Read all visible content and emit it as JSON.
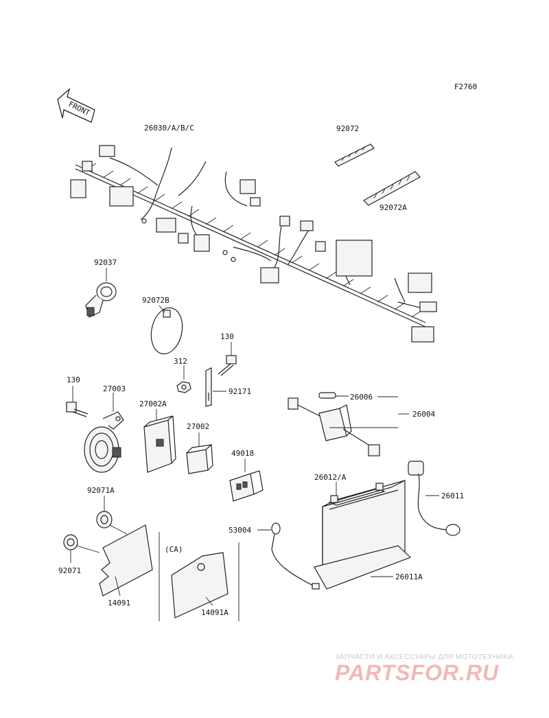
{
  "figure_id": "F2760",
  "front_arrow_text": "FRONT",
  "parts": [
    {
      "id": "wire-harness",
      "label": "26030/A/B/C"
    },
    {
      "id": "band-92072",
      "label": "92072"
    },
    {
      "id": "band-92072a",
      "label": "92072A"
    },
    {
      "id": "clamp-92037",
      "label": "92037"
    },
    {
      "id": "band-92072b",
      "label": "92072B"
    },
    {
      "id": "bolt-130-upper",
      "label": "130"
    },
    {
      "id": "nut-312",
      "label": "312"
    },
    {
      "id": "bracket-92171",
      "label": "92171"
    },
    {
      "id": "bolt-130-lower",
      "label": "130"
    },
    {
      "id": "horn-27003",
      "label": "27003"
    },
    {
      "id": "relay-27002a",
      "label": "27002A"
    },
    {
      "id": "relay-27002",
      "label": "27002"
    },
    {
      "id": "connector-49018",
      "label": "49018"
    },
    {
      "id": "fuse-26006",
      "label": "26006"
    },
    {
      "id": "fuse-holder-26004",
      "label": "26004"
    },
    {
      "id": "battery-26012a",
      "label": "26012/A"
    },
    {
      "id": "lead-26011a",
      "label": "26011A"
    },
    {
      "id": "lead-26011",
      "label": "26011"
    },
    {
      "id": "pad-53004",
      "label": "53004"
    },
    {
      "id": "grommet-92071a",
      "label": "92071A"
    },
    {
      "id": "grommet-92071",
      "label": "92071"
    },
    {
      "id": "cover-14091",
      "label": "14091"
    },
    {
      "id": "cover-14091a",
      "label": "14091A"
    }
  ],
  "variant_label": "(CA)",
  "watermark": {
    "top_text": "ЗАПЧАСТИ И АКСЕССУАРЫ ДЛЯ МОТОТЕХНИКИ",
    "logo_text": "PARTSFOR.RU"
  }
}
